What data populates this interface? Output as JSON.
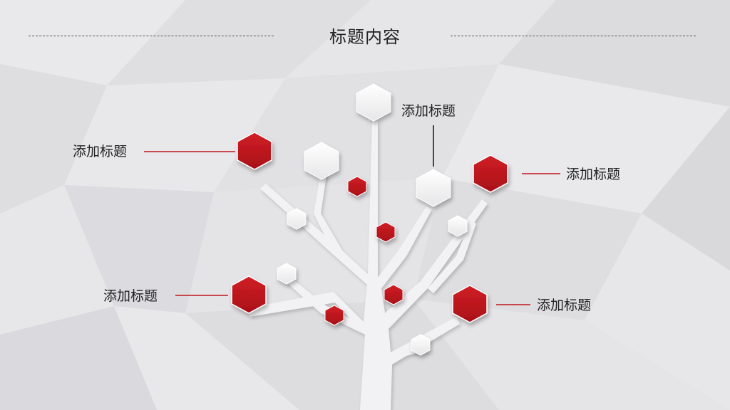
{
  "slide": {
    "title": "标题内容"
  },
  "labels": [
    {
      "id": "top",
      "text": "添加标题"
    },
    {
      "id": "upper-left",
      "text": "添加标题"
    },
    {
      "id": "upper-right",
      "text": "添加标题"
    },
    {
      "id": "lower-left",
      "text": "添加标题"
    },
    {
      "id": "lower-right",
      "text": "添加标题"
    }
  ],
  "colors": {
    "accent_red": "#b3121b",
    "accent_red_light": "#d01f26",
    "line_red": "#c0141c",
    "hex_white": "#f7f7f7",
    "tree": "#f1f1f3",
    "text": "#222222"
  }
}
